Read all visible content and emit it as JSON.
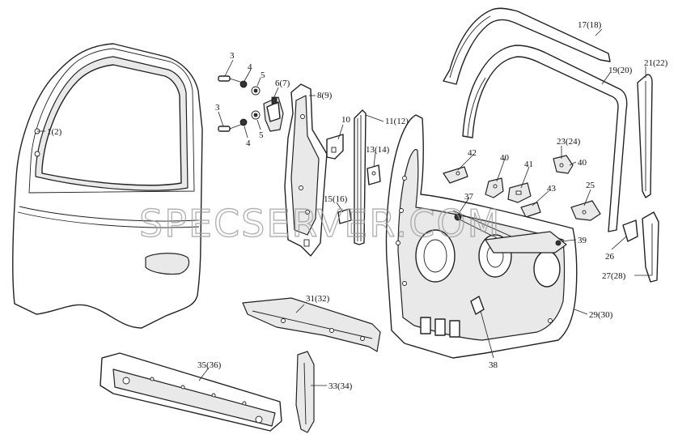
{
  "callouts": [
    {
      "id": "c-1-2",
      "label": "1(2)"
    },
    {
      "id": "c-3a",
      "label": "3"
    },
    {
      "id": "c-4a",
      "label": "4"
    },
    {
      "id": "c-5a",
      "label": "5"
    },
    {
      "id": "c-6-7",
      "label": "6(7)"
    },
    {
      "id": "c-3b",
      "label": "3"
    },
    {
      "id": "c-4b",
      "label": "4"
    },
    {
      "id": "c-5b",
      "label": "5"
    },
    {
      "id": "c-8-9",
      "label": "8(9)"
    },
    {
      "id": "c-10",
      "label": "10"
    },
    {
      "id": "c-11-12",
      "label": "11(12)"
    },
    {
      "id": "c-13-14",
      "label": "13(14)"
    },
    {
      "id": "c-15-16",
      "label": "15(16)"
    },
    {
      "id": "c-17-18",
      "label": "17(18)"
    },
    {
      "id": "c-19-20",
      "label": "19(20)"
    },
    {
      "id": "c-21-22",
      "label": "21(22)"
    },
    {
      "id": "c-23-24",
      "label": "23(24)"
    },
    {
      "id": "c-40a",
      "label": "40"
    },
    {
      "id": "c-40b",
      "label": "40"
    },
    {
      "id": "c-41",
      "label": "41"
    },
    {
      "id": "c-42",
      "label": "42"
    },
    {
      "id": "c-43",
      "label": "43"
    },
    {
      "id": "c-25",
      "label": "25"
    },
    {
      "id": "c-37",
      "label": "37"
    },
    {
      "id": "c-39",
      "label": "39"
    },
    {
      "id": "c-26",
      "label": "26"
    },
    {
      "id": "c-27-28",
      "label": "27(28)"
    },
    {
      "id": "c-29-30",
      "label": "29(30)"
    },
    {
      "id": "c-38",
      "label": "38"
    },
    {
      "id": "c-31-32",
      "label": "31(32)"
    },
    {
      "id": "c-33-34",
      "label": "33(34)"
    },
    {
      "id": "c-35-36",
      "label": "35(36)"
    }
  ],
  "watermark": "SPECSERVER.COM"
}
